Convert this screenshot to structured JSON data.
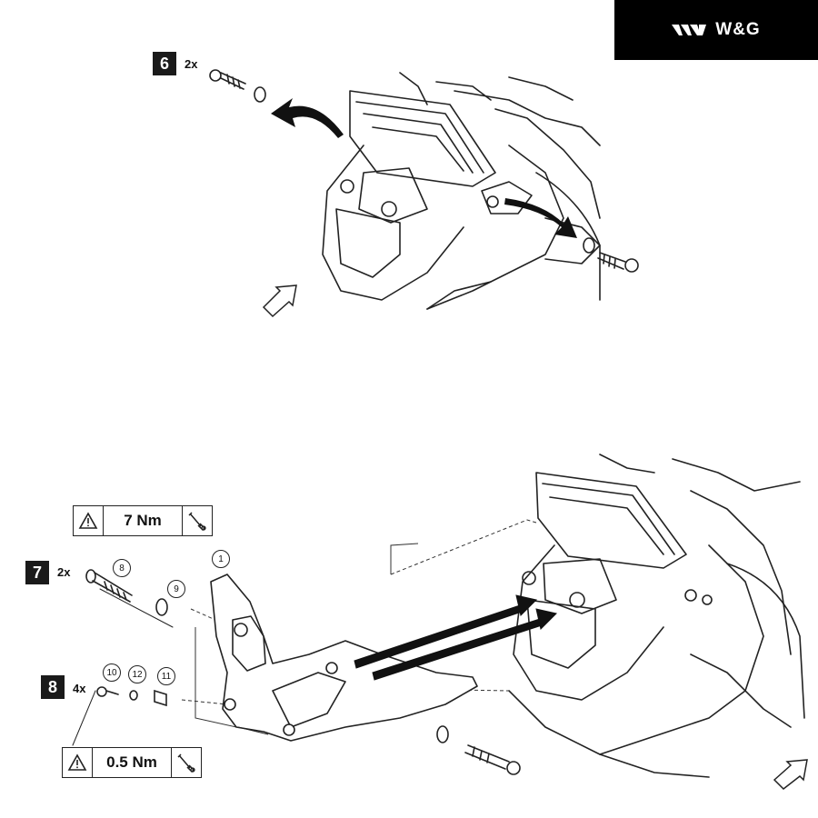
{
  "logo": {
    "text": "W&G",
    "icon": "brand-chevrons-icon"
  },
  "top_step": {
    "number": "6",
    "qty": "2x"
  },
  "bottom_steps": [
    {
      "number": "7",
      "qty": "2x",
      "torque": "7 Nm"
    },
    {
      "number": "8",
      "qty": "4x",
      "torque": "0.5 Nm"
    }
  ],
  "callouts": {
    "c1": "1",
    "c8": "8",
    "c9": "9",
    "c10": "10",
    "c11": "11",
    "c12": "12"
  },
  "icons": {
    "warning": "warning-triangle-icon",
    "tool": "torque-wrench-icon"
  }
}
